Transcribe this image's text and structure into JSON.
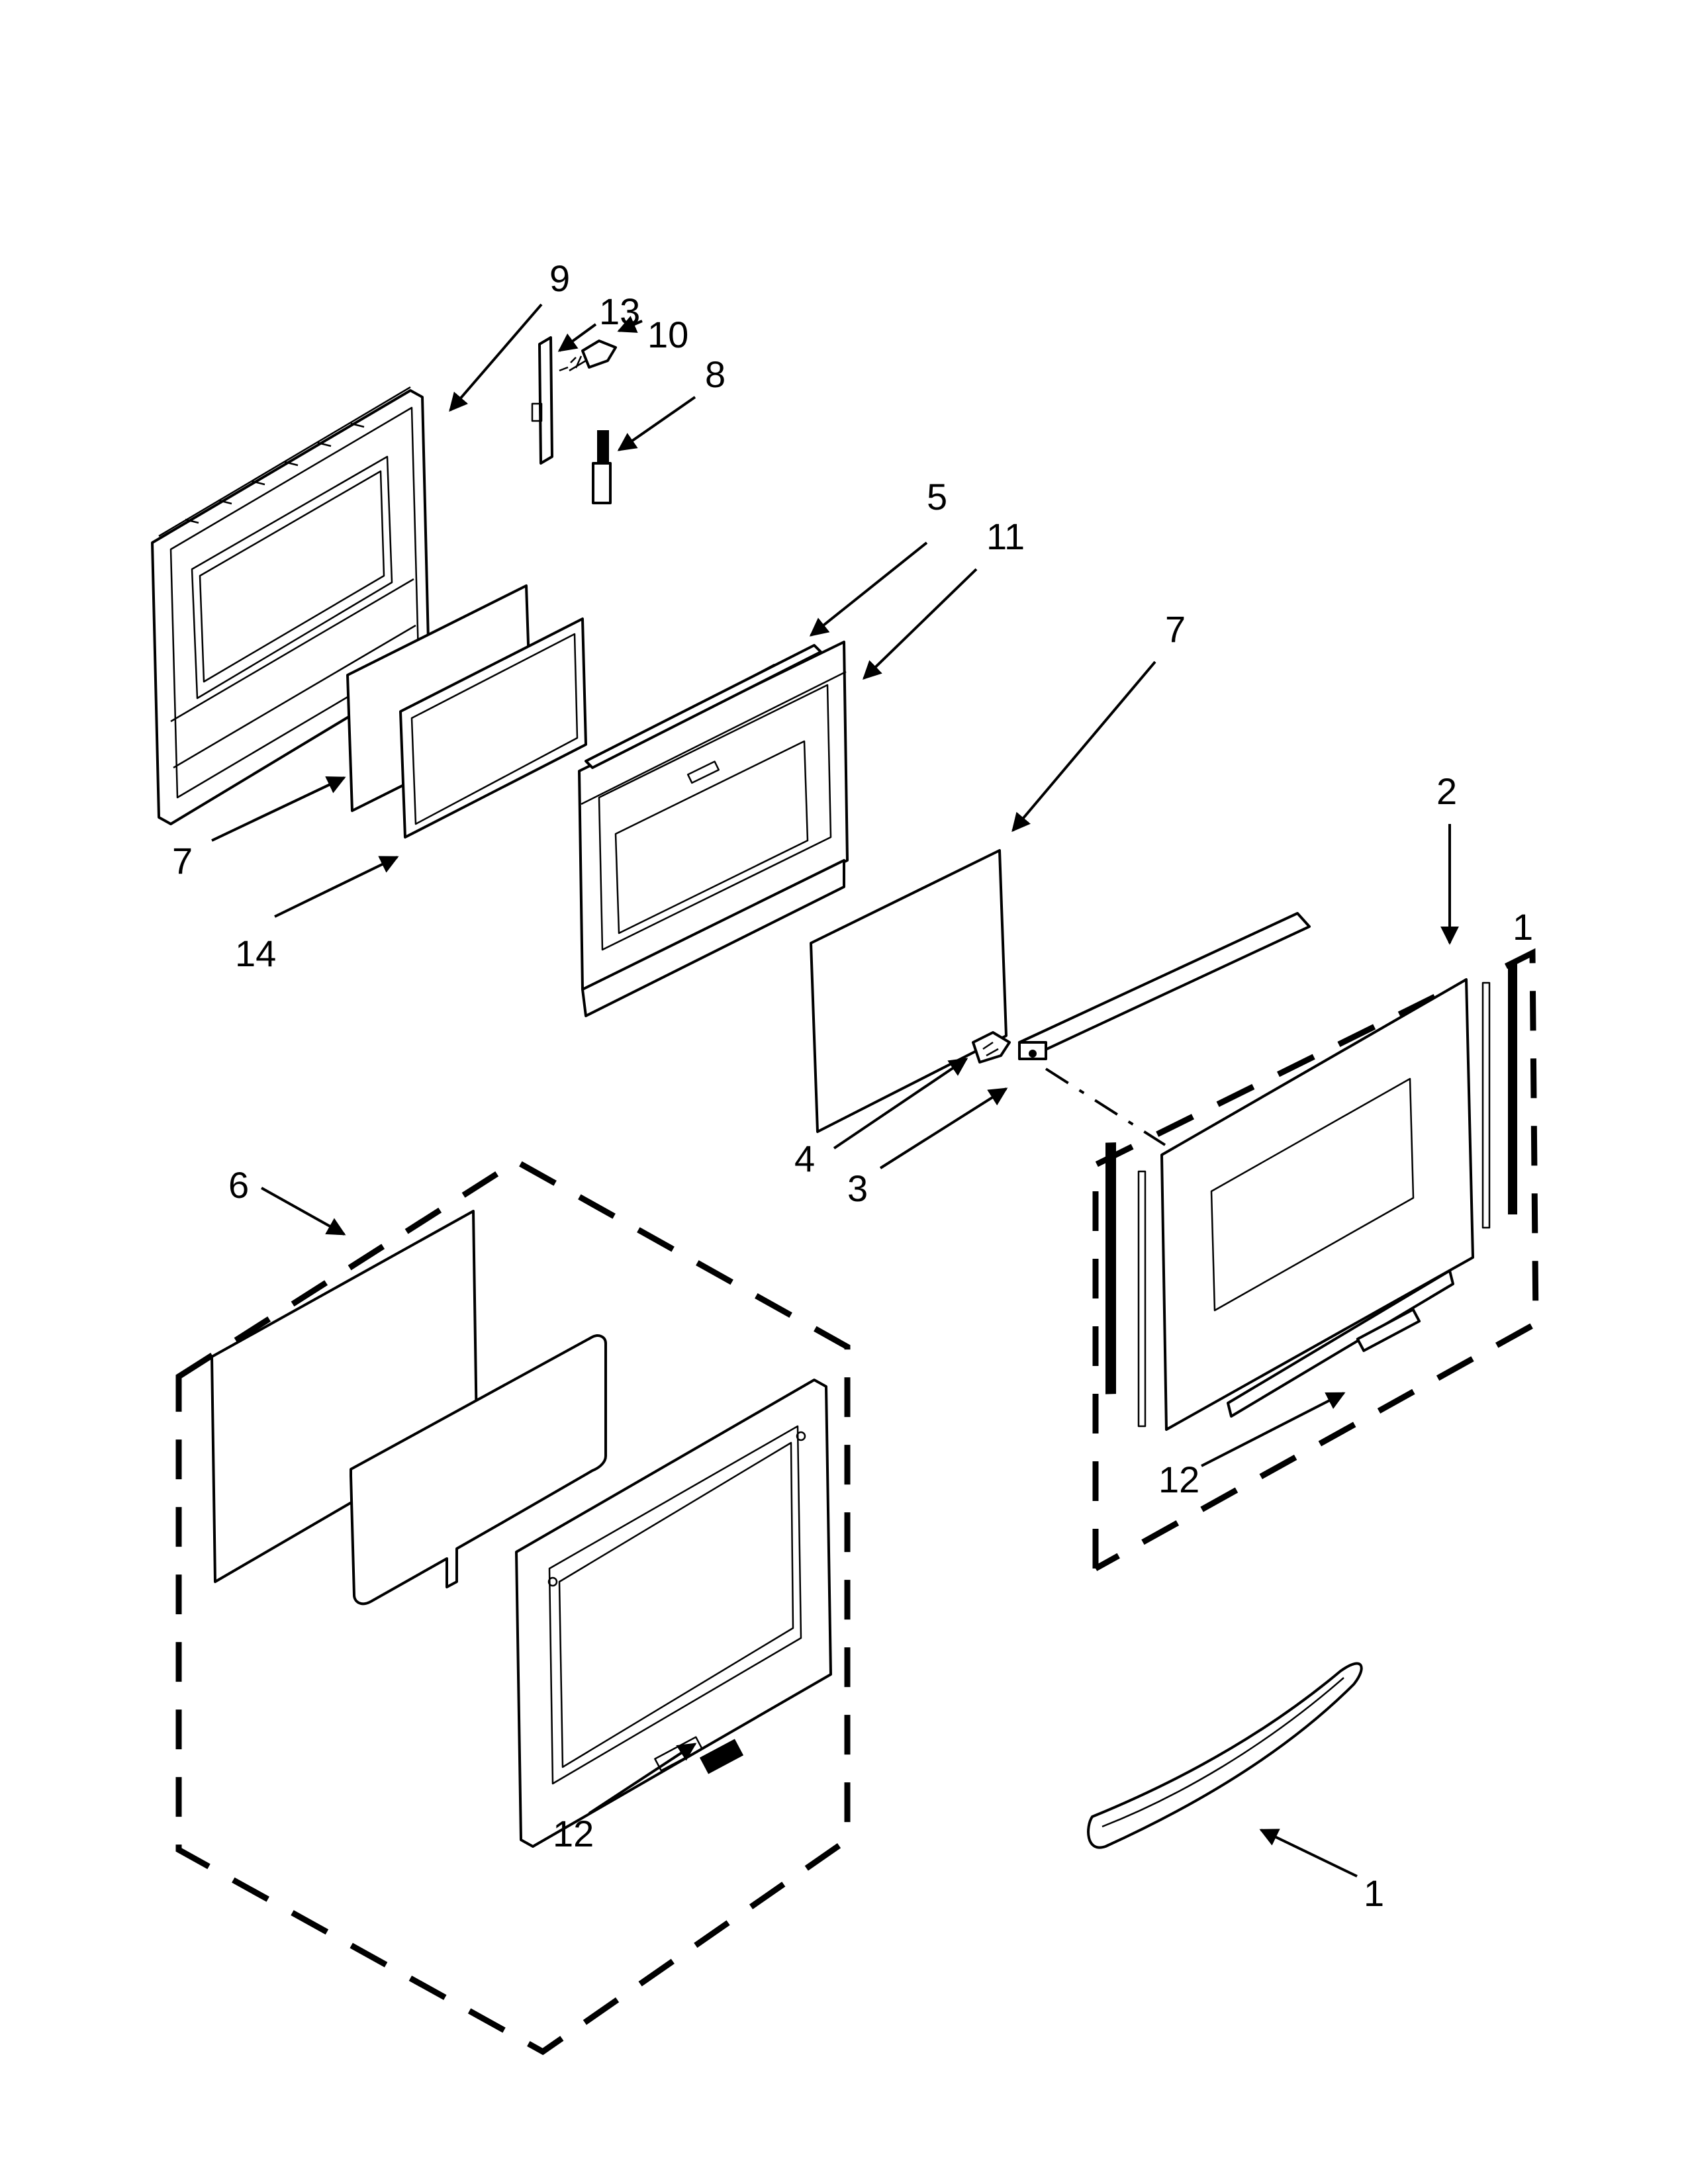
{
  "diagram": {
    "labels": {
      "p1": "1",
      "p1b": "1",
      "p2": "2",
      "p3": "3",
      "p4": "4",
      "p5": "5",
      "p6": "6",
      "p7a": "7",
      "p7b": "7",
      "p8": "8",
      "p9": "9",
      "p10": "10",
      "p11": "11",
      "p12a": "12",
      "p12b": "12",
      "p13": "13",
      "p14": "14"
    }
  },
  "colors": {
    "ink": "#000000",
    "paper": "#ffffff"
  }
}
